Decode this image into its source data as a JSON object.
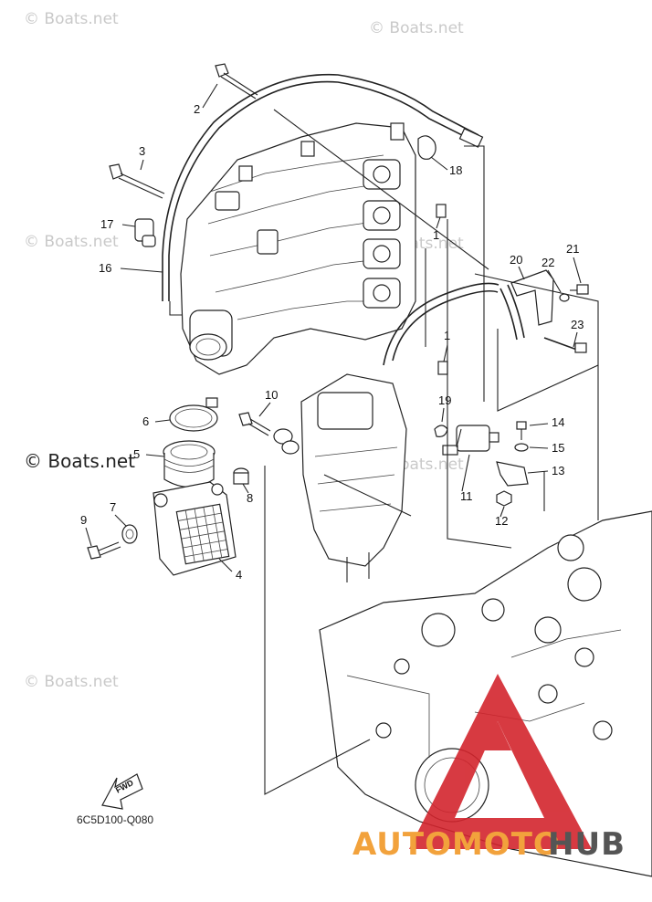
{
  "watermarks": {
    "small": "© Boats.net",
    "main": "© Boats.net"
  },
  "callouts": [
    "1",
    "1",
    "2",
    "3",
    "4",
    "5",
    "6",
    "7",
    "8",
    "9",
    "10",
    "11",
    "12",
    "13",
    "14",
    "15",
    "16",
    "17",
    "18",
    "19",
    "20",
    "21",
    "22",
    "23"
  ],
  "diagram_code": "6C5D100-Q080",
  "fwd_label": "FWD",
  "brand": {
    "part1": "AUTOMOTO",
    "part2": "HUB",
    "color1": "#f2a23c",
    "color2": "#555555",
    "logo_color": "#d3252d"
  }
}
